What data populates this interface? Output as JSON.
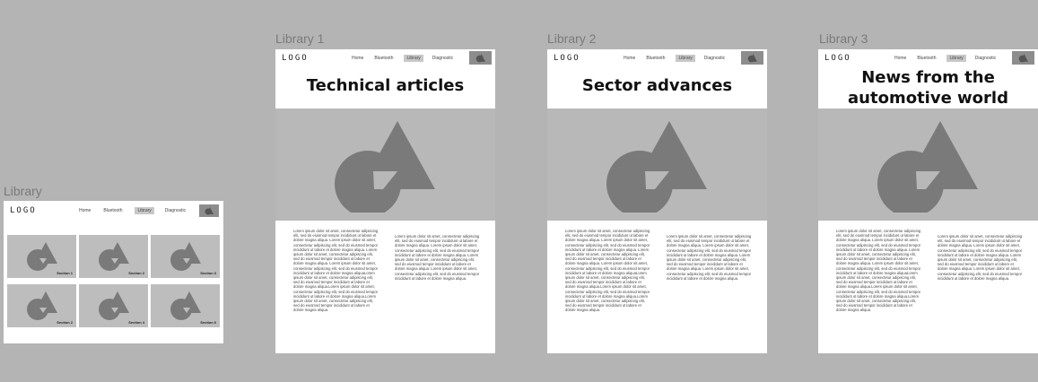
{
  "colors": {
    "canvas": "#b4b4b4",
    "frame": "#ffffff",
    "shape": "#7a7a7a",
    "image_bg": "#b8b8b8",
    "active_nav": "#c8c8c8"
  },
  "nav": {
    "logo": "LOGO",
    "links": [
      "Home",
      "Bluetooth",
      "Library",
      "Diagnostic"
    ],
    "active": "Library",
    "cart_icon": "cart-icon"
  },
  "library_overview": {
    "label": "Library",
    "sections": [
      "Section 1",
      "Section 2",
      "Section 3",
      "Section 2",
      "Section 4",
      "Section 6"
    ]
  },
  "library1": {
    "label": "Library 1",
    "title": "Technical articles",
    "col1": "Lorem ipsum dolor sit amet, consectetur adipiscing elit, sed do eiusmod tempor incididunt ut labore et dolore magna aliqua. Lorem ipsum dolor sit amet, consectetur adipiscing elit, sed do eiusmod tempor incididunt ut labore et dolore magna aliqua. Lorem ipsum dolor sit amet, consectetur adipiscing elit, sed do eiusmod tempor incididunt ut labore et dolore magna aliqua. Lorem ipsum dolor sit amet, consectetur adipiscing elit, sed do eiusmod tempor incididunt ut labore et dolore magna aliquaLorem ipsum dolor sit amet, consectetur adipiscing elit, sed do eiusmod tempor incididunt ut labore et dolore magna aliqua.Lorem ipsum dolor sit amet, consectetur adipiscing elit, sed do eiusmod tempor incididunt ut labore et dolore magna aliqua.Lorem ipsum dolor sit amet, consectetur adipiscing elit, sed do eiusmod tempor incididunt ut labore et dolore magna aliqua.",
    "col2": "Lorem ipsum dolor sit amet, consectetur adipiscing elit, sed do eiusmod tempor incididunt ut labore et dolore magna aliqua. Lorem ipsum dolor sit amet, consectetur adipiscing elit, sed do eiusmod tempor incididunt ut labore et dolore magna aliqua. Lorem ipsum dolor sit amet, consectetur adipiscing elit, sed do eiusmod tempor incididunt ut labore et dolore magna aliqua. Lorem ipsum dolor sit amet, consectetur adipiscing elit, sed do eiusmod tempor incididunt ut labore et dolore magna aliqua."
  },
  "library2": {
    "label": "Library 2",
    "title": "Sector advances",
    "col1": "Lorem ipsum dolor sit amet, consectetur adipiscing elit, sed do eiusmod tempor incididunt ut labore et dolore magna aliqua. Lorem ipsum dolor sit amet, consectetur adipiscing elit, sed do eiusmod tempor incididunt ut labore et dolore magna aliqua. Lorem ipsum dolor sit amet, consectetur adipiscing elit, sed do eiusmod tempor incididunt ut labore et dolore magna aliqua. Lorem ipsum dolor sit amet, consectetur adipiscing elit, sed do eiusmod tempor incididunt ut labore et dolore magna aliquaLorem ipsum dolor sit amet, consectetur adipiscing elit, sed do eiusmod tempor incididunt ut labore et dolore magna aliqua.Lorem ipsum dolor sit amet, consectetur adipiscing elit, sed do eiusmod tempor incididunt ut labore et dolore magna aliqua.Lorem ipsum dolor sit amet, consectetur adipiscing elit, sed do eiusmod tempor incididunt ut labore et dolore magna aliqua.",
    "col2": "Lorem ipsum dolor sit amet, consectetur adipiscing elit, sed do eiusmod tempor incididunt ut labore et dolore magna aliqua. Lorem ipsum dolor sit amet, consectetur adipiscing elit, sed do eiusmod tempor incididunt ut labore et dolore magna aliqua. Lorem ipsum dolor sit amet, consectetur adipiscing elit, sed do eiusmod tempor incididunt ut labore et dolore magna aliqua. Lorem ipsum dolor sit amet, consectetur adipiscing elit, sed do eiusmod tempor incididunt ut labore et dolore magna aliqua."
  },
  "library3": {
    "label": "Library 3",
    "title": "News from the automotive world",
    "col1": "Lorem ipsum dolor sit amet, consectetur adipiscing elit, sed do eiusmod tempor incididunt ut labore et dolore magna aliqua. Lorem ipsum dolor sit amet, consectetur adipiscing elit, sed do eiusmod tempor incididunt ut labore et dolore magna aliqua. Lorem ipsum dolor sit amet, consectetur adipiscing elit, sed do eiusmod tempor incididunt ut labore et dolore magna aliqua. Lorem ipsum dolor sit amet, consectetur adipiscing elit, sed do eiusmod tempor incididunt ut labore et dolore magna aliquaLorem ipsum dolor sit amet, consectetur adipiscing elit, sed do eiusmod tempor incididunt ut labore et dolore magna aliqua.Lorem ipsum dolor sit amet, consectetur adipiscing elit, sed do eiusmod tempor incididunt ut labore et dolore magna aliqua.Lorem ipsum dolor sit amet, consectetur adipiscing elit, sed do eiusmod tempor incididunt ut labore et dolore magna aliqua.",
    "col2": "Lorem ipsum dolor sit amet, consectetur adipiscing elit, sed do eiusmod tempor incididunt ut labore et dolore magna aliqua. Lorem ipsum dolor sit amet, consectetur adipiscing elit, sed do eiusmod tempor incididunt ut labore et dolore magna aliqua. Lorem ipsum dolor sit amet, consectetur adipiscing elit, sed do eiusmod tempor incididunt ut labore et dolore magna aliqua. Lorem ipsum dolor sit amet, consectetur adipiscing elit, sed do eiusmod tempor incididunt ut labore et dolore magna aliqua."
  }
}
